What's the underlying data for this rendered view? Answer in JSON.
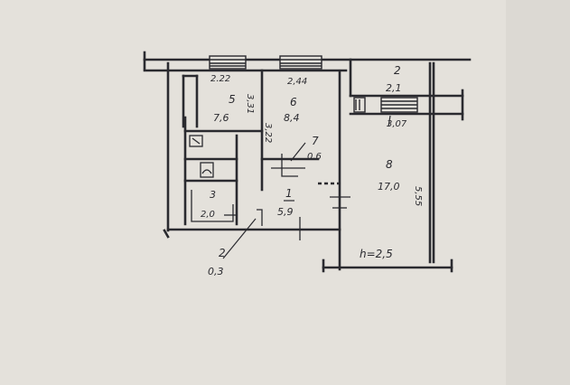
{
  "plan": {
    "labels": {
      "room_5_num": "5",
      "room_5_area": "7,6",
      "room_6_num": "6",
      "room_6_area": "8,4",
      "room_7_num": "7",
      "room_7_area": "0,6",
      "room_1_num": "1",
      "room_1_area": "5,9",
      "room_8_num": "8",
      "room_8_area": "17,0",
      "room_2_num": "2",
      "room_2_area": "0,3",
      "top_right_num": "2",
      "top_right_area": "2,1",
      "small_room_3": "3",
      "small_room_area": "2,0",
      "dim_2_22": "2.22",
      "dim_2_44": "2,44",
      "dim_3_07": "3,07",
      "dim_3_31": "3,31",
      "dim_3_22": "3,22",
      "dim_5_55": "5,55",
      "height": "h=2,5"
    },
    "colors": {
      "paper": "#e4e1db",
      "ink": "#2a2a2f"
    }
  }
}
